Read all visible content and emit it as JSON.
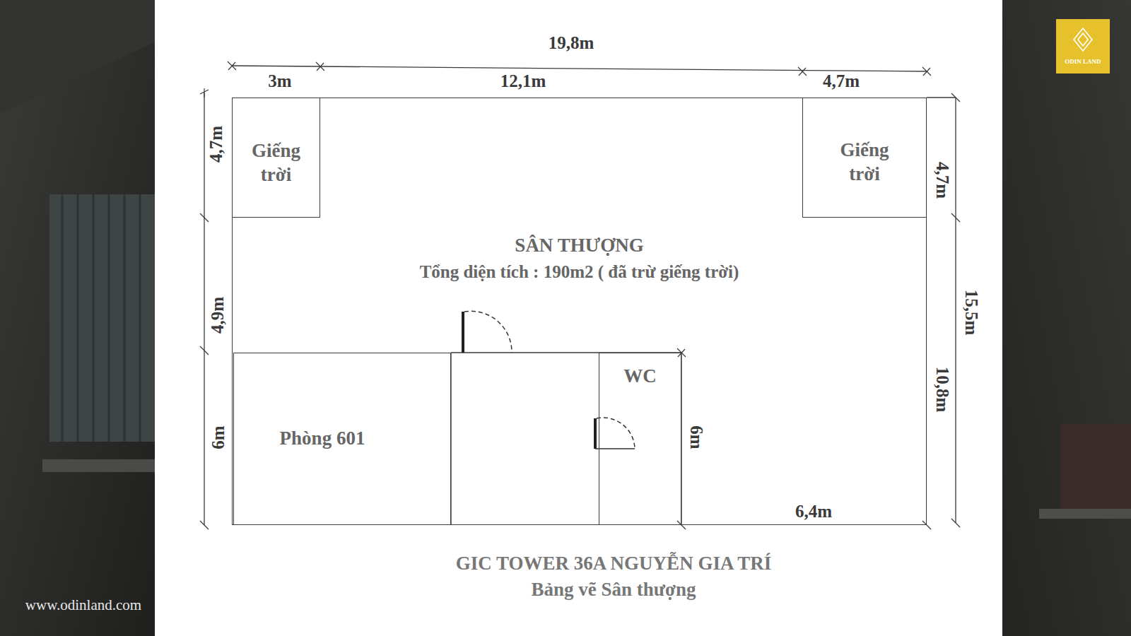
{
  "diagram": {
    "title": "GIC TOWER 36A NGUYỄN GIA TRÍ",
    "caption": "Bảng vẽ Sân thượng",
    "nodes": [
      {
        "text": [
          "SÂN THƯỢNG",
          "Tổng diện tích : 190m2 ( đã trừ giếng trời)"
        ]
      },
      {
        "text": [
          "Giếng trời"
        ],
        "in": 0
      },
      {
        "text": [
          "Giếng trời"
        ],
        "in": 0
      },
      {
        "text": [
          "Phòng 601"
        ],
        "in": 0
      },
      {
        "text": [
          "WC"
        ],
        "in": 0
      }
    ],
    "labels": [
      "19,8m",
      "3m",
      "12,1m",
      "4,7m",
      "4,7m",
      "4,9m",
      "6m",
      "4,7m",
      "15,5m",
      "10,8m",
      "6m",
      "6,4m",
      "ODIN LAND",
      "www.odinland.com"
    ]
  }
}
